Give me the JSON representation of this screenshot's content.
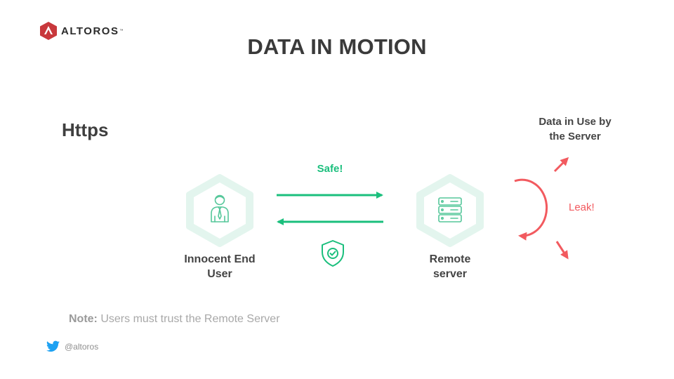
{
  "logo": {
    "text": "ALTOROS",
    "tm": "™"
  },
  "title": "DATA IN MOTION",
  "section": "Https",
  "nodes": {
    "user": {
      "label_line1": "Innocent End",
      "label_line2": "User"
    },
    "server": {
      "label_line1": "Remote",
      "label_line2": "server"
    }
  },
  "labels": {
    "safe": "Safe!",
    "leak": "Leak!",
    "data_use_line1": "Data in Use by",
    "data_use_line2": "the Server"
  },
  "note": {
    "bold": "Note:",
    "text": " Users must trust the Remote Server"
  },
  "social": {
    "handle": "@altoros"
  },
  "colors": {
    "safe_green": "#1bbf7d",
    "leak_red": "#f25a5f",
    "hex_fill": "#e3f5ee",
    "icon_green": "#55c79a",
    "logo_red": "#c8383c",
    "twitter_blue": "#1da1f2"
  },
  "icons": [
    "altoros-logo-icon",
    "user-icon",
    "server-icon",
    "shield-check-icon",
    "twitter-icon"
  ]
}
